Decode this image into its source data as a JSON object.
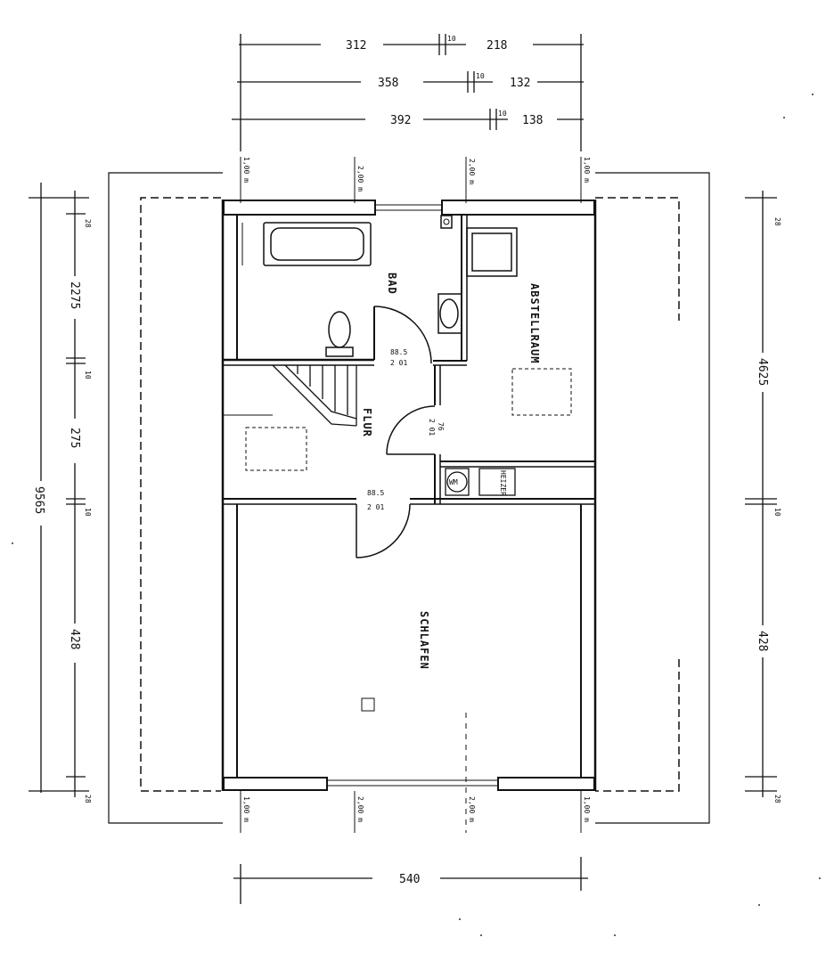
{
  "dimensions": {
    "top_row1": [
      "312",
      "10",
      "218"
    ],
    "top_row2": [
      "358",
      "10",
      "132"
    ],
    "top_row3": [
      "392",
      "10",
      "138"
    ],
    "bottom": "540",
    "left_total": "9565",
    "left_parts": [
      "28",
      "2275",
      "10",
      "275",
      "10",
      "428",
      "28"
    ],
    "right_parts": [
      "28",
      "4625",
      "10",
      "428",
      "28"
    ]
  },
  "heights": {
    "top_left": "1,00 m",
    "top_bad": "2,00 m",
    "top_mid": "2,00 m",
    "top_right": "1,00 m",
    "bottom_left": "1,00 m",
    "bottom_mid1": "2,00 m",
    "bottom_mid2": "2,00 m",
    "bottom_right": "1,00 m"
  },
  "rooms": {
    "bad": "BAD",
    "abstellraum": "ABSTELLRAUM",
    "flur": "FLUR",
    "schlafen": "SCHLAFEN"
  },
  "doors": {
    "bad_door": [
      "88.5",
      "2 01"
    ],
    "abstell_door": [
      "76",
      "2 01"
    ],
    "schlafen_door": [
      "88.5",
      "2 01"
    ]
  },
  "fixtures": {
    "wm": "WM",
    "heater": "HEIZER"
  }
}
